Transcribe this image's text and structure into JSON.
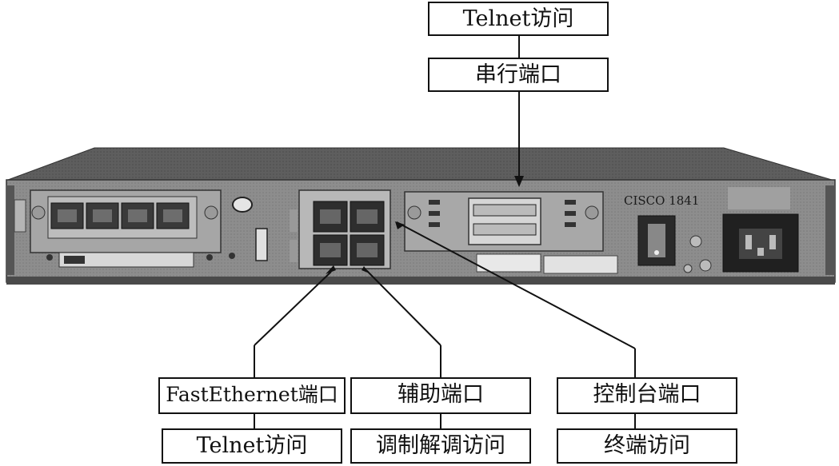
{
  "labels": {
    "top_telnet": "Telnet访问",
    "serial_port": "串行端口",
    "fastethernet_port": "FastEthernet端口",
    "aux_port": "辅助端口",
    "console_port": "控制台端口",
    "bottom_telnet": "Telnet访问",
    "modem_access": "调制解调访问",
    "terminal_access": "终端访问"
  },
  "device": {
    "brand": "CISCO 1841"
  },
  "colors": {
    "chassis_top": "#6e6e6e",
    "chassis_front": "#8a8a8a",
    "line": "#111111"
  }
}
